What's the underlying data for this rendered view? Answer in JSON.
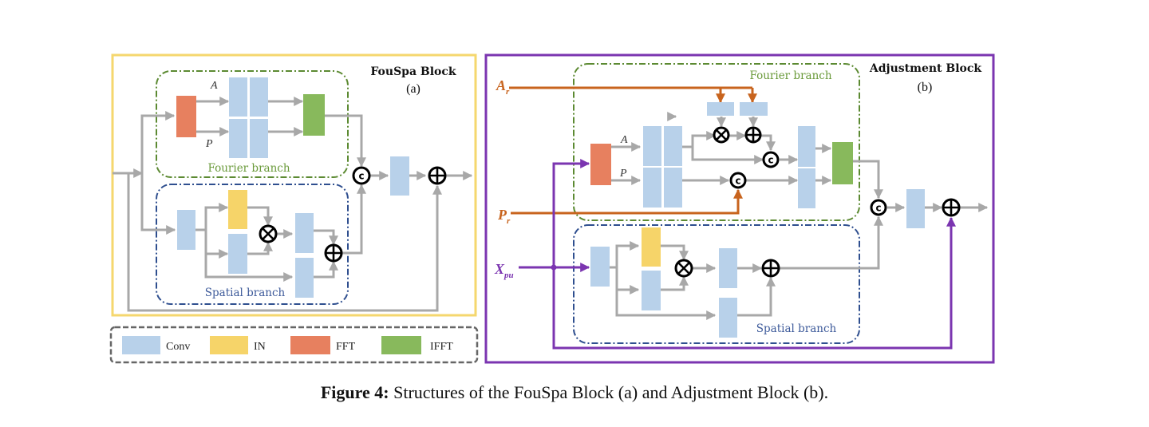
{
  "panel_a": {
    "title": "FouSpa Block",
    "label": "(a)",
    "fourier_branch_label": "Fourier branch",
    "spatial_branch_label": "Spatial branch",
    "amplitude_label": "A",
    "phase_label": "P",
    "border_color": "#f5d76e"
  },
  "panel_b": {
    "title": "Adjustment Block",
    "label": "(b)",
    "fourier_branch_label": "Fourier branch",
    "spatial_branch_label": "Spatial branch",
    "amplitude_label": "A",
    "phase_label": "P",
    "input_amplitude": {
      "main": "A",
      "sub": "r"
    },
    "input_phase": {
      "main": "P",
      "sub": "r"
    },
    "input_x": {
      "main": "X",
      "sub": "pu"
    },
    "border_color": "#7b35b0"
  },
  "operators": {
    "concat": "c",
    "multiply": "×",
    "add": "+"
  },
  "legend": {
    "items": [
      {
        "label": "Conv",
        "color": "#b8d1ea"
      },
      {
        "label": "IN",
        "color": "#f6d469"
      },
      {
        "label": "FFT",
        "color": "#e7805f"
      },
      {
        "label": "IFFT",
        "color": "#88b95c"
      }
    ]
  },
  "colors": {
    "conv": "#b8d1ea",
    "in": "#f6d469",
    "fft": "#e7805f",
    "ifft": "#88b95c",
    "fourier_branch_border": "#5c8a32",
    "spatial_branch_border": "#2f4f8f",
    "arrow": "#a8a8a8",
    "reference_arrow": "#c8641e",
    "input_arrow": "#7b35b0"
  },
  "caption": {
    "label": "Figure 4:",
    "text": " Structures of the FouSpa Block (a) and Adjustment Block (b)."
  }
}
